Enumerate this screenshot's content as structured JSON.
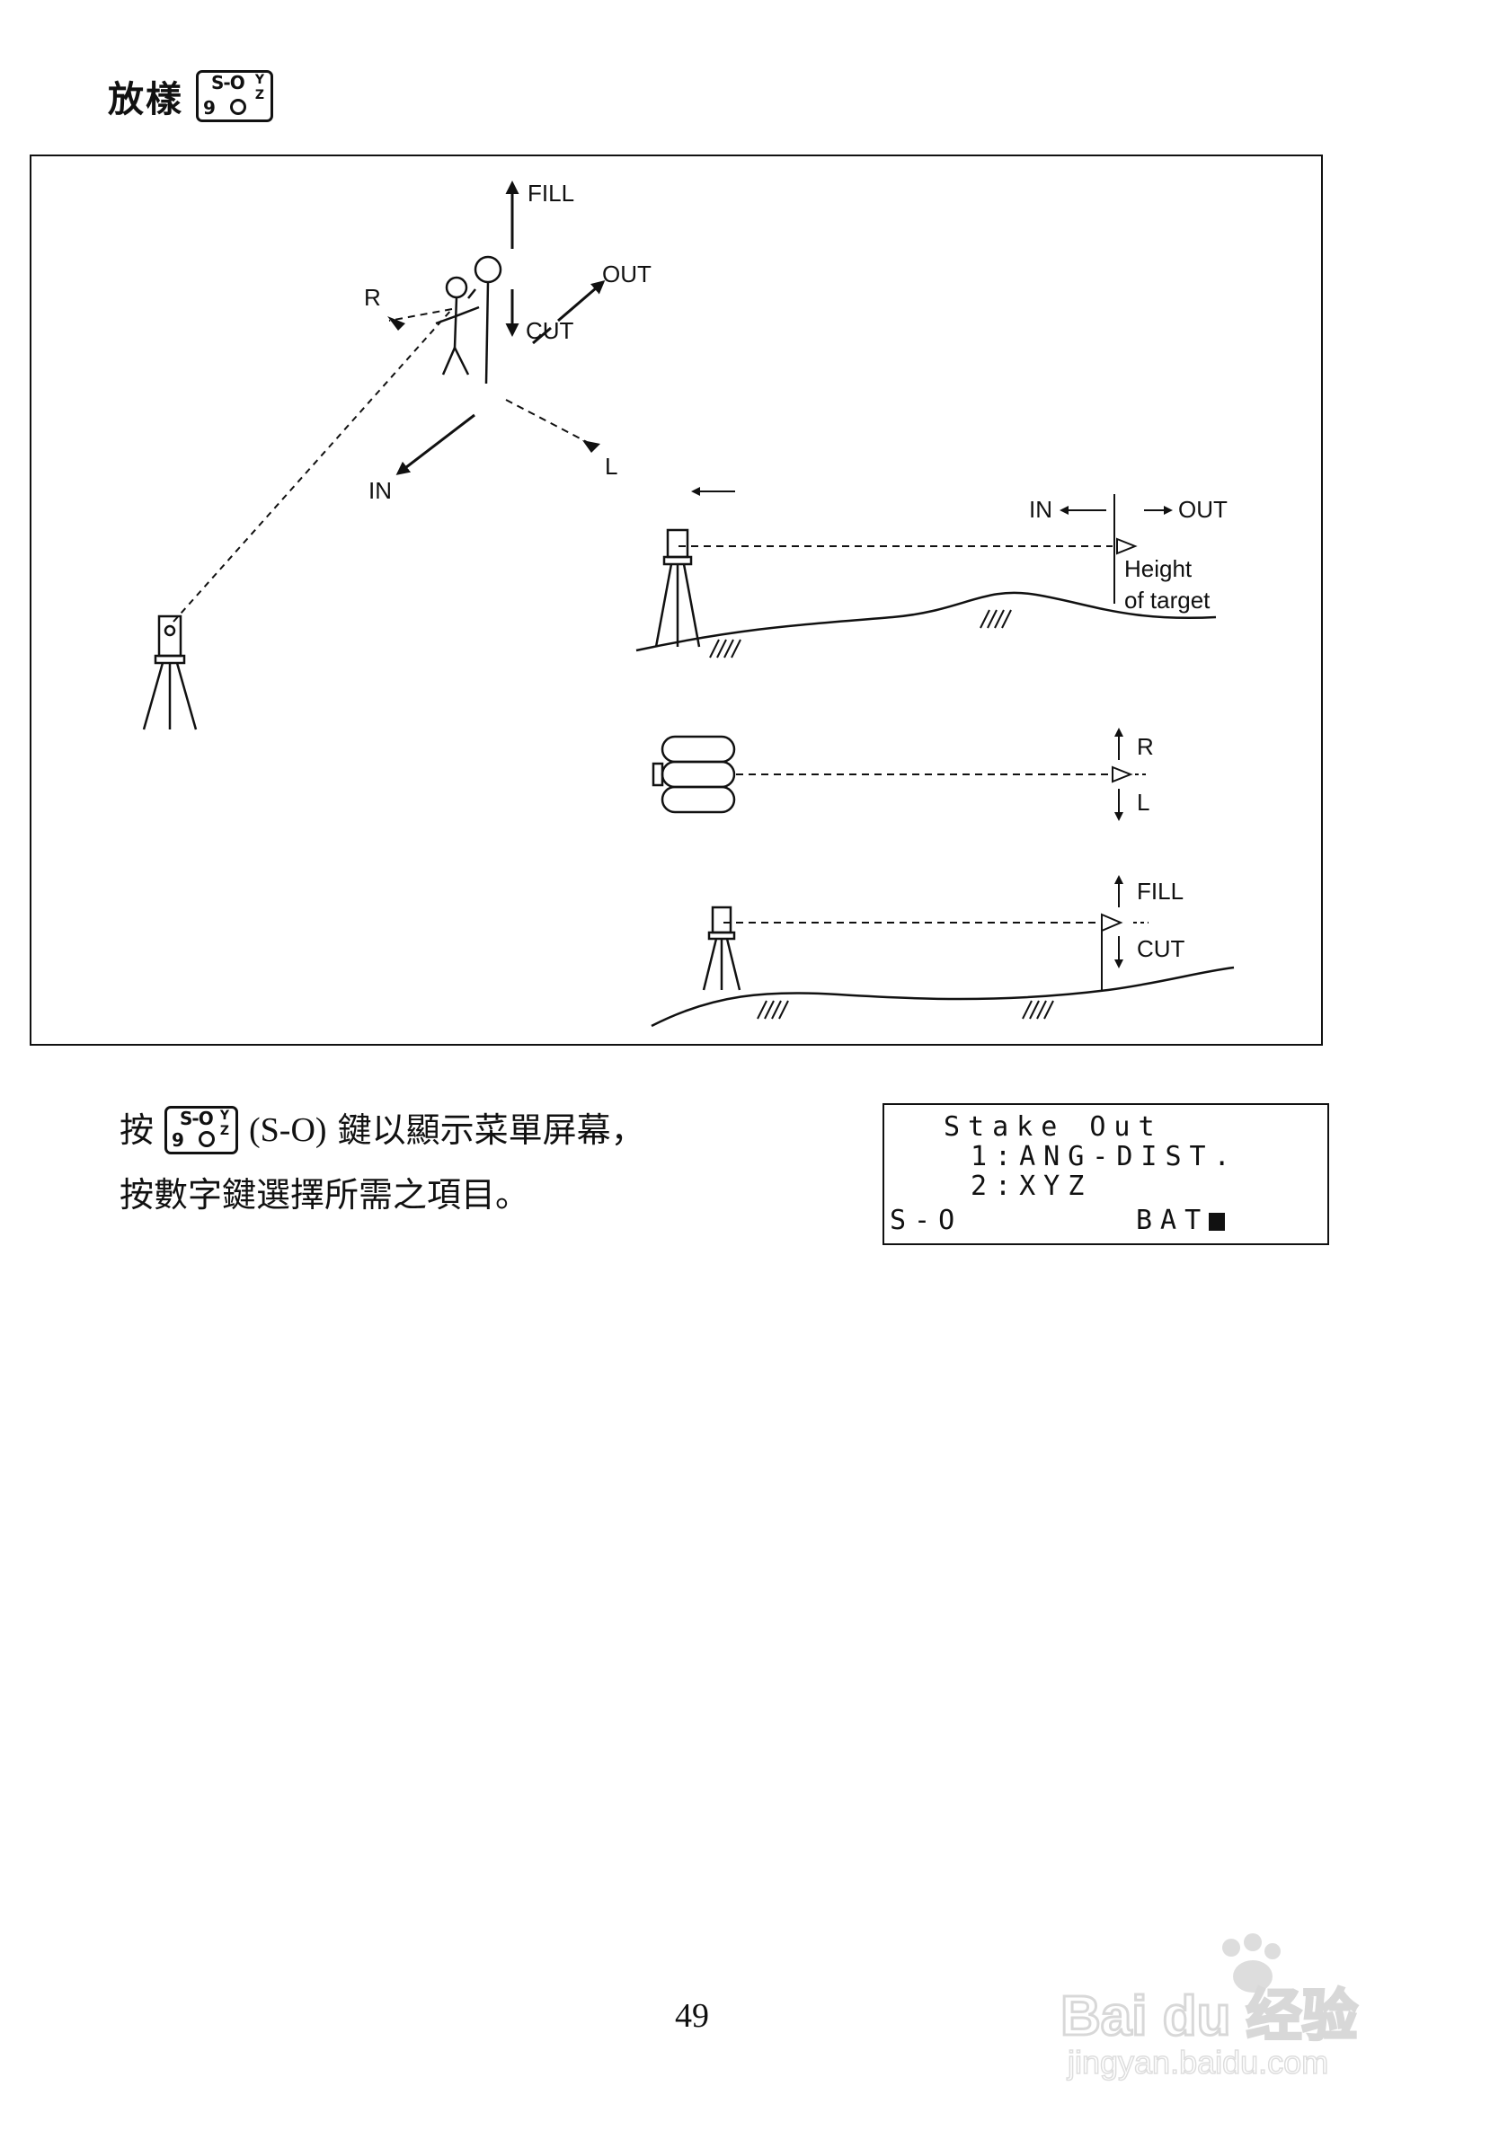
{
  "heading": {
    "title": "放樣"
  },
  "key": {
    "top": "S-O",
    "y": "Y",
    "z": "Z",
    "number": "9"
  },
  "figure": {
    "labels": {
      "fill": "FILL",
      "out": "OUT",
      "cut": "CUT",
      "r": "R",
      "l": "L",
      "in": "IN",
      "in_small": "IN",
      "out_small": "OUT",
      "height_1": "Height",
      "height_2": "of target",
      "r_small": "R",
      "l_small": "L",
      "fill_small": "FILL",
      "cut_small": "CUT"
    }
  },
  "instruction": {
    "line1_prefix": "按",
    "line1_paren": "(S-O)",
    "line1_suffix": "鍵以顯示菜單屏幕，",
    "line2": "按數字鍵選擇所需之項目。"
  },
  "lcd": {
    "line1": "Stake Out",
    "line2": "1:ANG-DIST.",
    "line3": "2:XYZ",
    "mode": "S-O",
    "battery": "BAT"
  },
  "page_number": "49",
  "watermark": {
    "brand": "Bai du 经验",
    "url": "jingyan.baidu.com"
  },
  "colors": {
    "ink": "#111111",
    "paper": "#ffffff"
  }
}
